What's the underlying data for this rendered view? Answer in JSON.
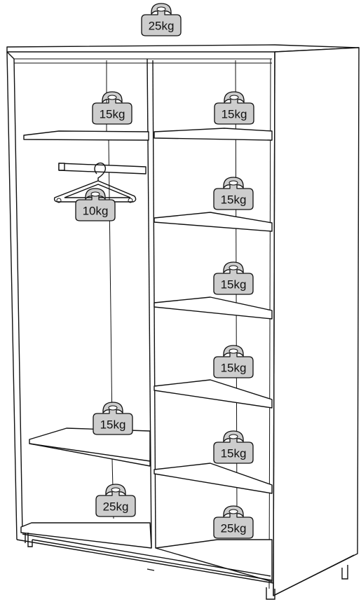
{
  "weights": {
    "top": "25kg",
    "left_shelf_top": "15kg",
    "hanger": "10kg",
    "left_shelf_middle": "15kg",
    "left_bottom": "25kg",
    "right_shelf_1": "15kg",
    "right_shelf_2": "15kg",
    "right_shelf_3": "15kg",
    "right_shelf_4": "15kg",
    "right_shelf_5": "15kg",
    "right_bottom": "25kg"
  },
  "colors": {
    "weight_fill": "#cdcdcd",
    "line": "#111111",
    "background": "#ffffff"
  },
  "icons": {
    "weight": "weight-icon",
    "hanger": "clothes-hanger-icon"
  }
}
